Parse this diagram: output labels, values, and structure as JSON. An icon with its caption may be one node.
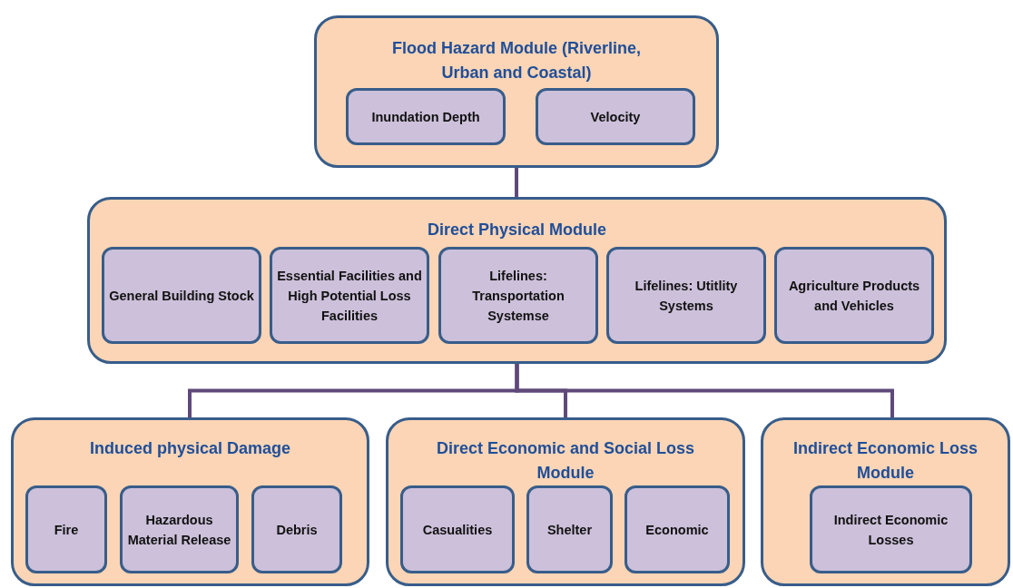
{
  "diagram": {
    "nodes": [
      {
        "text": [
          "Flood Hazard Module (Riverline, Urban and Coastal)"
        ]
      },
      {
        "text": [
          "Inundation Depth"
        ],
        "in": 0
      },
      {
        "text": [
          "Velocity"
        ],
        "in": 0
      },
      {
        "text": [
          "Direct Physical Module"
        ]
      },
      {
        "text": [
          "General Building Stock"
        ],
        "in": 3
      },
      {
        "text": [
          "Essential Facilities and High Potential Loss Facilities"
        ],
        "in": 3
      },
      {
        "text": [
          "Lifelines: Transportation Systemse"
        ],
        "in": 3
      },
      {
        "text": [
          "Lifelines: Utitlity Systems"
        ],
        "in": 3
      },
      {
        "text": [
          "Agriculture Products and Vehicles"
        ],
        "in": 3
      },
      {
        "text": [
          "Induced physical Damage"
        ]
      },
      {
        "text": [
          "Fire"
        ],
        "in": 9
      },
      {
        "text": [
          "Hazardous Material Release"
        ],
        "in": 9
      },
      {
        "text": [
          "Debris"
        ],
        "in": 9
      },
      {
        "text": [
          "Direct Economic and Social Loss Module"
        ]
      },
      {
        "text": [
          "Casualities"
        ],
        "in": 13
      },
      {
        "text": [
          "Shelter"
        ],
        "in": 13
      },
      {
        "text": [
          "Economic"
        ],
        "in": 13
      },
      {
        "text": [
          "Indirect Economic Loss Module"
        ]
      },
      {
        "text": [
          "Indirect Economic Losses"
        ],
        "in": 17
      }
    ],
    "edges": [
      {
        "from": 0,
        "to": 3,
        "arrow": "none"
      },
      {
        "from": 3,
        "to": 9,
        "arrow": "none"
      },
      {
        "from": 3,
        "to": 13,
        "arrow": "none"
      },
      {
        "from": 3,
        "to": 17,
        "arrow": "none"
      }
    ]
  }
}
